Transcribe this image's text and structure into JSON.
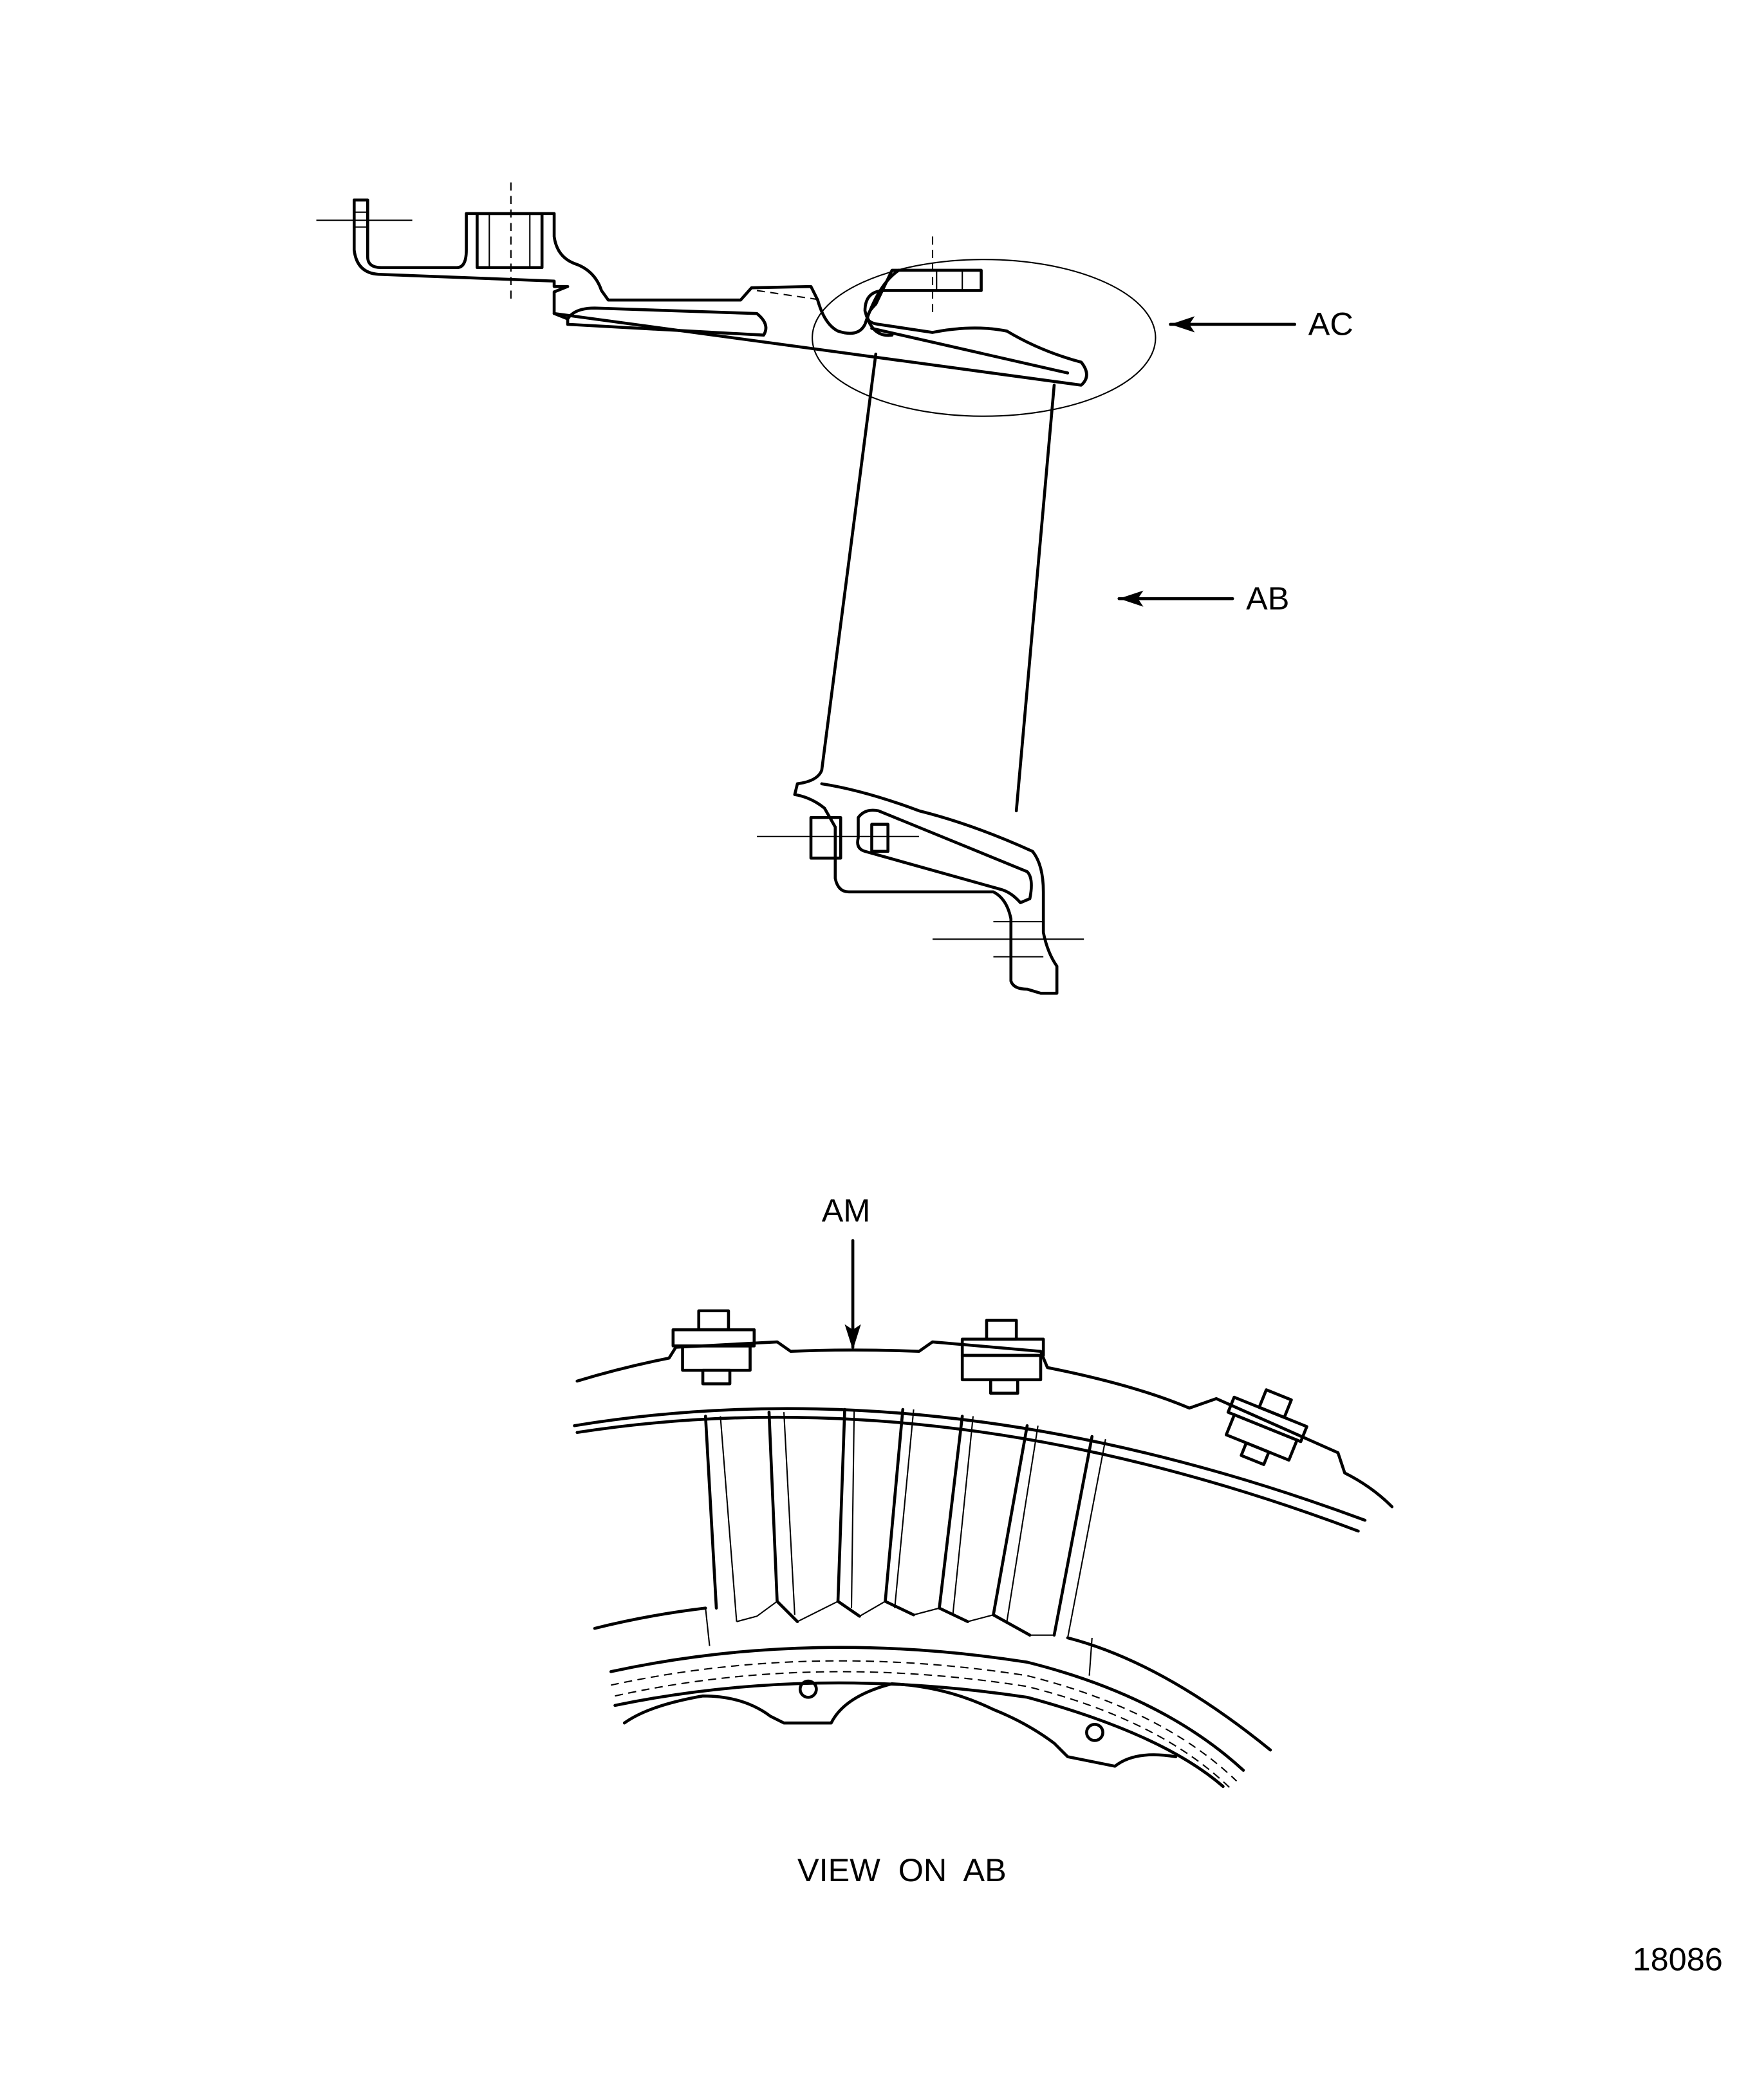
{
  "labels": {
    "ac": "AC",
    "ab": "AB",
    "am": "AM",
    "view_caption": "VIEW  ON  AB",
    "figure_number": "18086"
  }
}
